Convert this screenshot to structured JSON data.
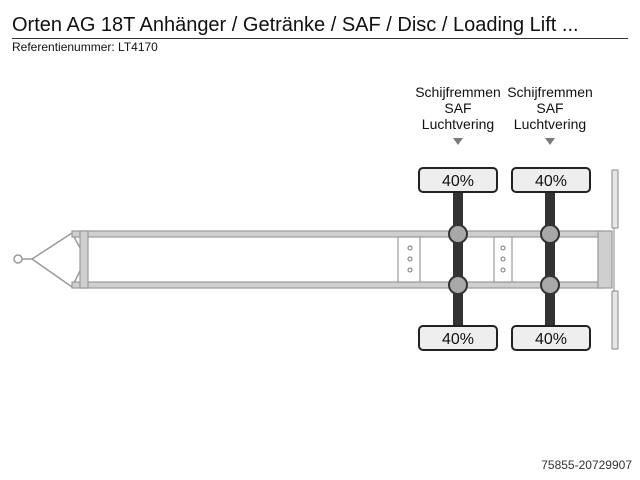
{
  "header": {
    "title": "Orten AG 18T Anhänger / Getränke / SAF / Disc / Loading Lift ...",
    "reference": "Referentienummer: LT4170"
  },
  "axles": [
    {
      "line1": "Schijfremmen",
      "line2": "SAF",
      "line3": "Luchtvering",
      "top_load": "40%",
      "bottom_load": "40%"
    },
    {
      "line1": "Schijfremmen",
      "line2": "SAF",
      "line3": "Luchtvering",
      "top_load": "40%",
      "bottom_load": "40%"
    }
  ],
  "footer": {
    "id": "75855-20729907"
  },
  "colors": {
    "frame": "#cfcfcf",
    "axle": "#333333",
    "hub": "#a8a8a8",
    "wheel_fill": "#eeeeee",
    "arrow": "#7a7a7a"
  }
}
